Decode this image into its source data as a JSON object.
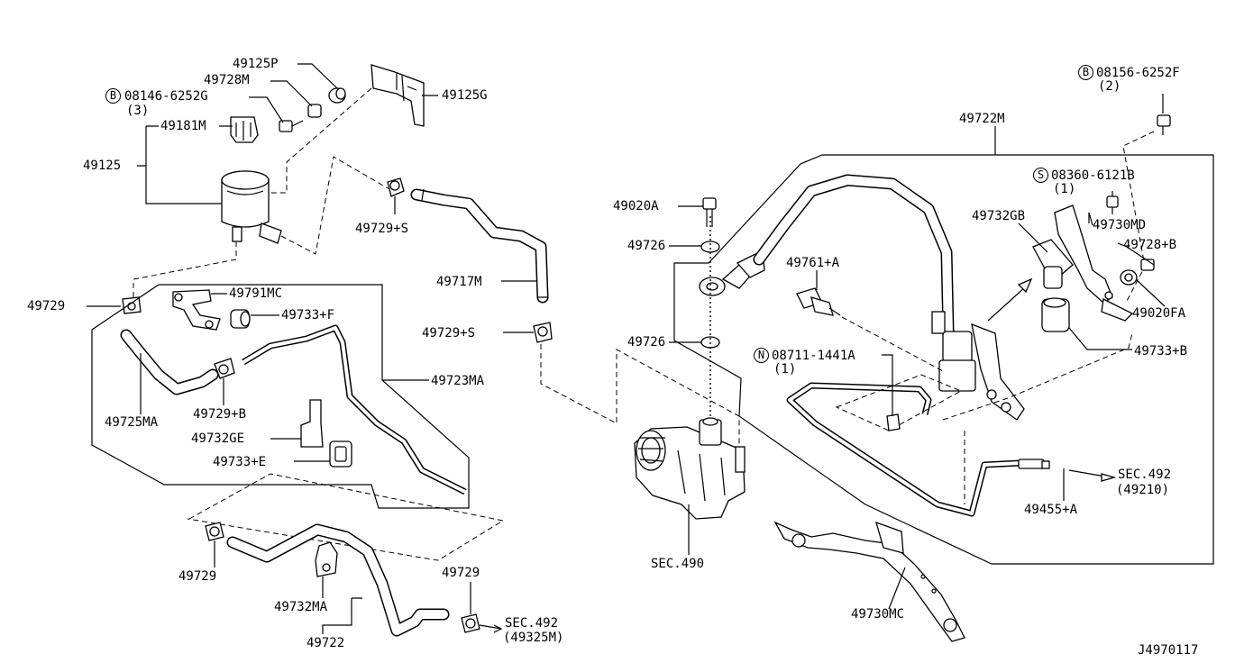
{
  "diagram_code": "J4970117",
  "labels": {
    "p49125P": "49125P",
    "p49728M": "49728M",
    "p08146": "08146-6252G",
    "p08146_qty": "(3)",
    "p49125G": "49125G",
    "p49181M": "49181M",
    "p49125": "49125",
    "p49729S_top": "49729+S",
    "p49729_left": "49729",
    "p49791MC": "49791MC",
    "p49733F": "49733+F",
    "p49717M": "49717M",
    "p49729S_mid": "49729+S",
    "p49723MA": "49723MA",
    "p49725MA": "49725MA",
    "p49729B": "49729+B",
    "p49732GE": "49732GE",
    "p49733E": "49733+E",
    "p49729_bl": "49729",
    "p49732MA": "49732MA",
    "p49722": "49722",
    "p49729_bc": "49729",
    "sec492a": "SEC.492",
    "sec492a_sub": "(49325M)",
    "p49020A": "49020A",
    "p49726a": "49726",
    "p49726b": "49726",
    "sec490": "SEC.490",
    "p49722M": "49722M",
    "p49761A": "49761+A",
    "p08711": "08711-1441A",
    "p08711_qty": "(1)",
    "p08156": "08156-6252F",
    "p08156_qty": "(2)",
    "p08360": "08360-6121B",
    "p08360_qty": "(1)",
    "p49732GB": "49732GB",
    "p49730MD": "49730MD",
    "p49728B": "49728+B",
    "p49020FA": "49020FA",
    "p49733B": "49733+B",
    "sec492b": "SEC.492",
    "sec492b_sub": "(49210)",
    "p49455A": "49455+A",
    "p49730MC": "49730MC"
  },
  "symbols": {
    "b_circle": "B",
    "s_circle": "S",
    "n_circle": "N"
  },
  "colors": {
    "line": "#000000",
    "background": "#ffffff",
    "part_fill": "#d9d9d9"
  }
}
